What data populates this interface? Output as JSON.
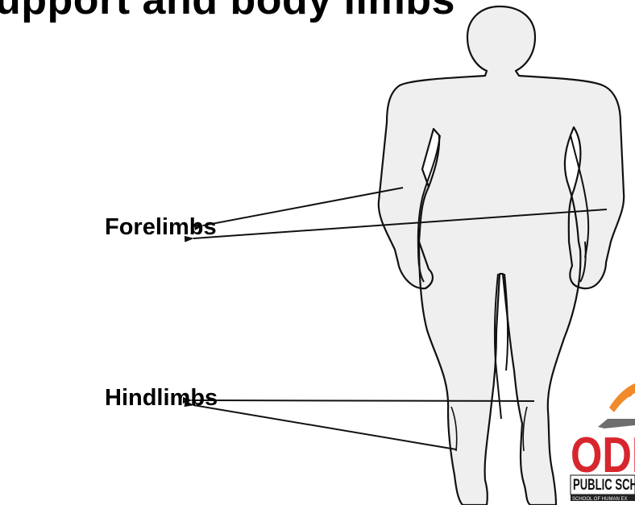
{
  "slide": {
    "title": "upport and body limbs",
    "labels": {
      "forelimbs": "Forelimbs",
      "hindlimbs": "Hindlimbs"
    }
  },
  "logo": {
    "name": "ODM Public School",
    "big_text": "ODI",
    "line1": "PUBLIC SCH",
    "line2": "SCHOOL OF HUMAN EX",
    "colors": {
      "red": "#d7262e",
      "orange": "#f08a2b",
      "gray": "#6e6e6e"
    }
  },
  "colors": {
    "figure_fill": "#efefef",
    "outline": "#111111",
    "text": "#000000"
  }
}
